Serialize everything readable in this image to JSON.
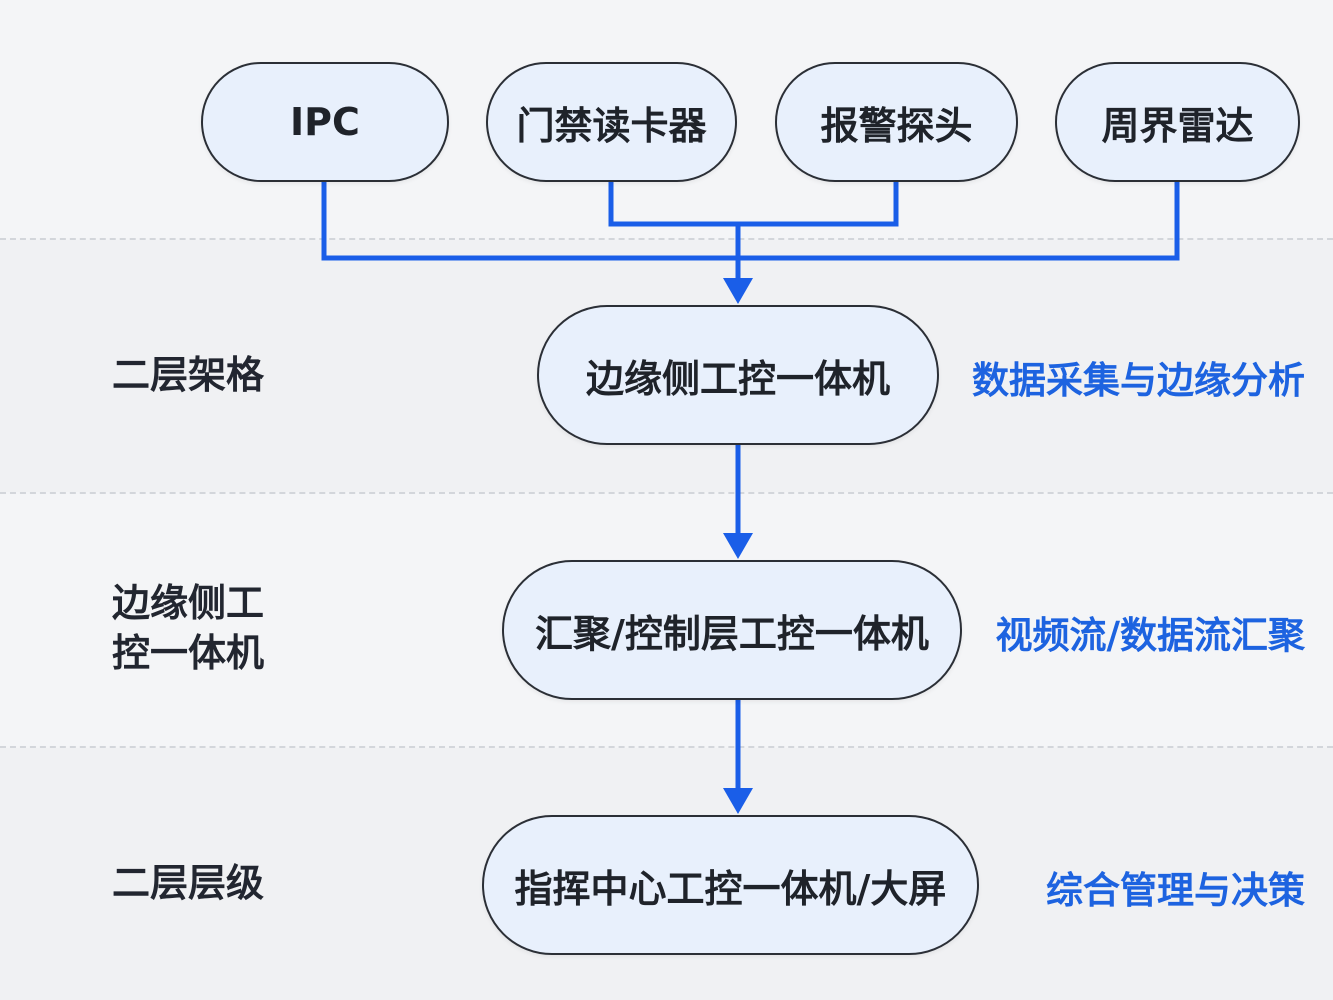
{
  "colors": {
    "connector": "#1a5ee8",
    "node_fill": "#e8f0fc",
    "node_border": "#2b2f36",
    "side_note_text": "#1d63e0"
  },
  "devices": [
    {
      "label": "IPC"
    },
    {
      "label": "门禁读卡器"
    },
    {
      "label": "报警探头"
    },
    {
      "label": "周界雷达"
    }
  ],
  "layers": [
    {
      "left_label_lines": [
        "二层架格"
      ],
      "node_label": "边缘侧工控一体机",
      "side_note": "数据采集与边缘分析"
    },
    {
      "left_label_lines": [
        "边缘侧工",
        "控一体机"
      ],
      "node_label": "汇聚/控制层工控一体机",
      "side_note": "视频流/数据流汇聚"
    },
    {
      "left_label_lines": [
        "二层层级"
      ],
      "node_label": "指挥中心工控一体机/大屏",
      "side_note": "综合管理与决策"
    }
  ]
}
